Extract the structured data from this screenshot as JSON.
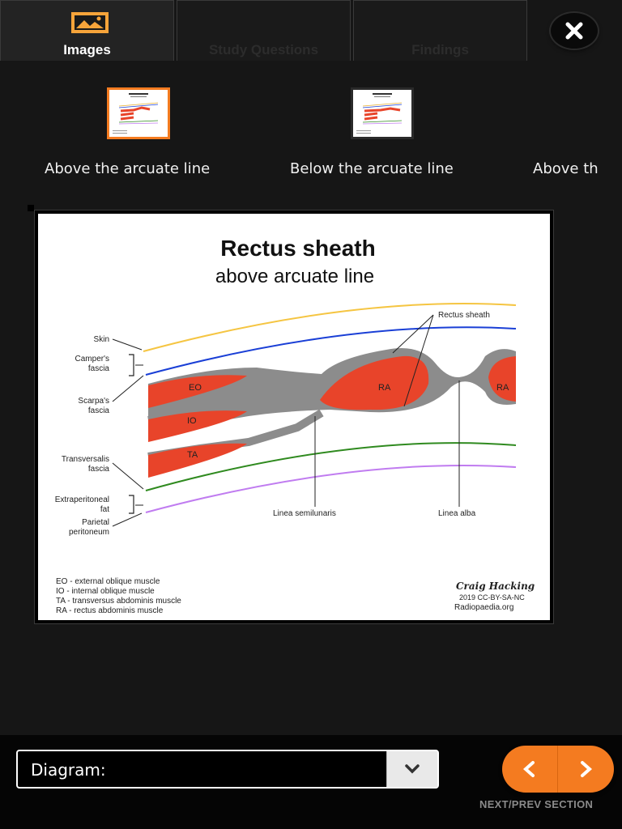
{
  "tabs": [
    {
      "label": "Images",
      "active": true,
      "icon": "image-icon"
    },
    {
      "label": "Study Questions",
      "active": false
    },
    {
      "label": "Findings",
      "active": false
    }
  ],
  "close": {
    "icon": "close-icon"
  },
  "thumbnails": [
    {
      "label": "Above the arcuate line",
      "selected": true
    },
    {
      "label": "Below the arcuate line",
      "selected": false
    },
    {
      "label": "Above th",
      "selected": false
    }
  ],
  "figure": {
    "title": "Rectus sheath",
    "subtitle": "above arcuate line",
    "labels": {
      "skin": "Skin",
      "campers1": "Camper's",
      "campers2": "fascia",
      "scarpas1": "Scarpa's",
      "scarpas2": "fascia",
      "transversalis1": "Transversalis",
      "transversalis2": "fascia",
      "extraperitoneal1": "Extraperitoneal",
      "extraperitoneal2": "fat",
      "parietal1": "Parietal",
      "parietal2": "peritoneum",
      "rectus_sheath": "Rectus sheath",
      "linea_semilunaris": "Linea semilunaris",
      "linea_alba": "Linea alba",
      "eo": "EO",
      "io": "IO",
      "ta": "TA",
      "ra": "RA"
    },
    "legend": [
      "EO - external oblique muscle",
      "IO - internal oblique muscle",
      "TA - transversus abdominis muscle",
      "RA - rectus abdominis muscle"
    ],
    "signature": "Craig Hacking",
    "license": "2019 CC-BY-SA-NC",
    "source": "Radiopaedia.org"
  },
  "footer": {
    "select_value": "Diagram:",
    "nav_caption": "NEXT/PREV SECTION"
  },
  "colors": {
    "accent": "#f47b20",
    "muscle": "#e8442a",
    "sheath": "#8a8a8a",
    "skin_line": "#f5c542",
    "campers_line": "#1a3fd6",
    "transversalis_line": "#2f8a1f",
    "peritoneum_line": "#c07cf0"
  }
}
